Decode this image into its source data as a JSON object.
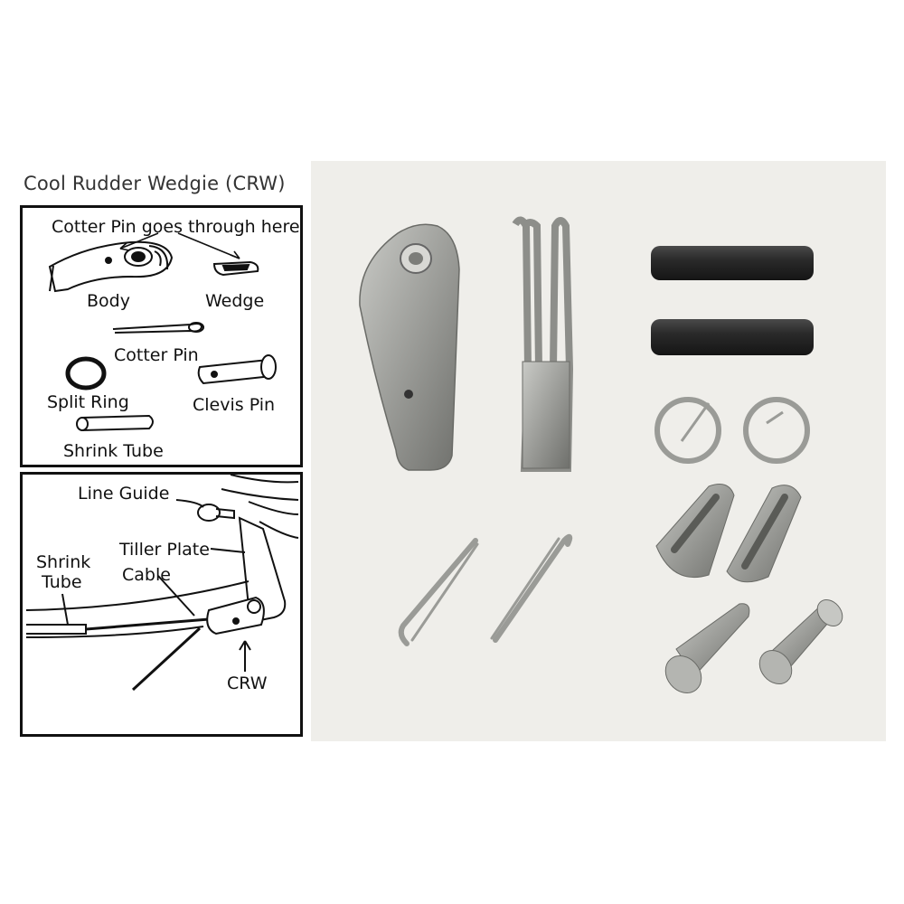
{
  "diagram": {
    "title": "Cool Rudder Wedgie (CRW)",
    "parts_panel": {
      "callout": "Cotter Pin goes through here",
      "labels": {
        "body": "Body",
        "wedge": "Wedge",
        "cotter_pin": "Cotter Pin",
        "split_ring": "Split Ring",
        "clevis_pin": "Clevis Pin",
        "shrink_tube": "Shrink Tube"
      }
    },
    "install_panel": {
      "labels": {
        "line_guide": "Line Guide",
        "tiller_plate": "Tiller Plate",
        "cable": "Cable",
        "shrink_tube_line1": "Shrink",
        "shrink_tube_line2": "Tube",
        "crw": "CRW"
      }
    }
  },
  "photo": {
    "background_color": "#efeeea",
    "metal_color": "#a9aaa6",
    "rubber_color": "#2a2a2a",
    "items": [
      "body",
      "clevis-bracket",
      "shrink-tube",
      "shrink-tube",
      "split-ring",
      "split-ring",
      "wedge",
      "wedge",
      "cotter-pin",
      "cotter-pin",
      "clevis-pin",
      "clevis-pin"
    ]
  }
}
